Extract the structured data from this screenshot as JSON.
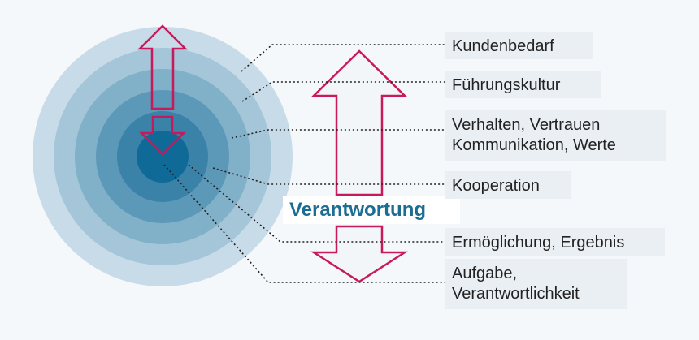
{
  "diagram": {
    "center_label": "Verantwortung",
    "layers": [
      {
        "label": "Kundenbedarf"
      },
      {
        "label": "Führungskultur"
      },
      {
        "label": "Verhalten, Vertrauen\nKommunikation, Werte"
      },
      {
        "label": "Kooperation"
      },
      {
        "label": "Ermöglichung, Ergebnis"
      },
      {
        "label": "Aufgabe,\nVerantwortlichkeit"
      }
    ],
    "colors": {
      "ring_1": "#c7dce8",
      "ring_2": "#a4c6d8",
      "ring_3": "#81b0c9",
      "ring_4": "#5c98b8",
      "ring_5": "#3a82a8",
      "core": "#106a97",
      "arrow_outline": "#c8195a",
      "arrow_fill": "#f3f6f9",
      "center_text": "#1c6d93",
      "label_bg": "#eaeff3"
    }
  }
}
